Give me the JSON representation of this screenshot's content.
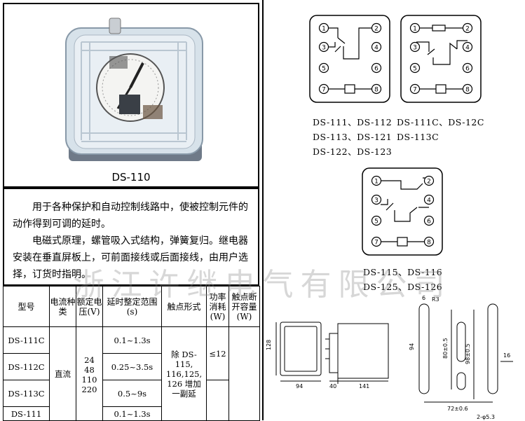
{
  "photo": {
    "caption": "DS-110"
  },
  "description": {
    "p1": "用于各种保护和自动控制线路中，使被控制元件的动作得到可调的延时。",
    "p2": "电磁式原理，螺管吸入式结构，弹簧复归。继电器安装在垂直屏板上，可前面接线或后面接线，由用户选择，订货时指明。"
  },
  "table": {
    "headers": [
      "型号",
      "电流种类",
      "额定电压(V)",
      "延时整定范围(s)",
      "触点形式",
      "功率消耗(W)",
      "触点断开容量(W)"
    ],
    "rows": [
      {
        "model": "DS-111C",
        "range": "0.1~1.3s"
      },
      {
        "model": "DS-112C",
        "range": "0.25~3.5s"
      },
      {
        "model": "DS-113C",
        "range": "0.5~9s"
      },
      {
        "model": "DS-111",
        "range": "0.1~1.3s"
      }
    ],
    "current_type": "直流",
    "voltages": "24\n48\n110\n220",
    "contact_form": "除 DS-115, 116,125, 126 增加一副延",
    "power": "≤12"
  },
  "diagrams": {
    "d1_labels": [
      "DS-111、DS-112",
      "DS-113、DS-121",
      "DS-122、DS-123"
    ],
    "d2_labels": [
      "DS-111C、DS-12C",
      "DS-113C"
    ],
    "d3_labels": [
      "DS-115、DS-116",
      "DS-125、DS-126"
    ],
    "terminals": [
      "1",
      "2",
      "3",
      "4",
      "5",
      "6",
      "7",
      "8"
    ]
  },
  "dimensions": {
    "front_h": "128",
    "front_w": "94",
    "side_w1": "40",
    "side_w2": "141",
    "slot_r": "R3",
    "slot_w": "6",
    "slot_h": "94",
    "slot_c1": "80±0.5",
    "slot_c2": "98±0.5",
    "slot_pitch": "72±0.6",
    "side_t": "16",
    "hole": "2-φ5.3"
  },
  "watermark": "浙江许继电气有限公司"
}
